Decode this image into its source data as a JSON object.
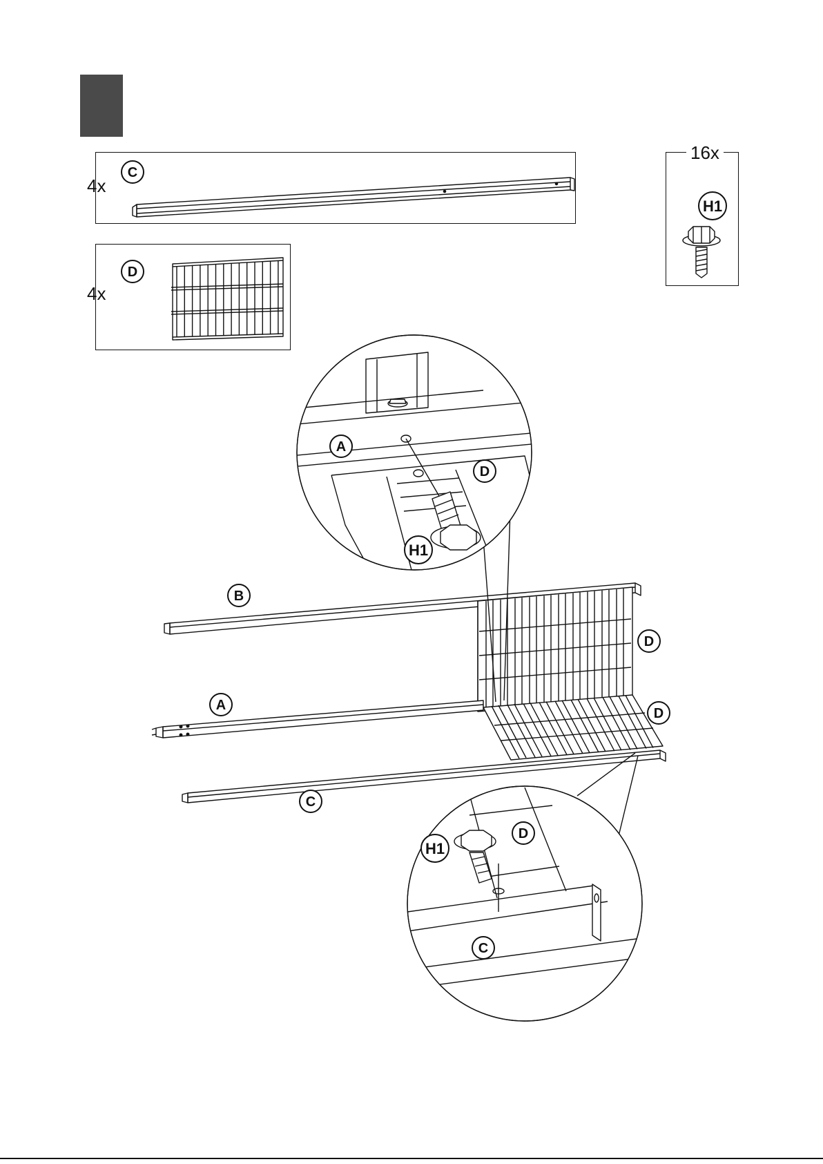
{
  "parts": {
    "c": {
      "qty": "4x",
      "label": "C"
    },
    "d": {
      "qty": "4x",
      "label": "D"
    },
    "h1": {
      "qty": "16x",
      "label": "H1"
    }
  },
  "assembly": {
    "callouts": {
      "a": "A",
      "b": "B",
      "c": "C",
      "d_back": "D",
      "d_floor": "D"
    },
    "detail_top": {
      "a": "A",
      "d": "D",
      "h1": "H1"
    },
    "detail_bottom": {
      "h1": "H1",
      "d": "D",
      "c": "C"
    }
  }
}
